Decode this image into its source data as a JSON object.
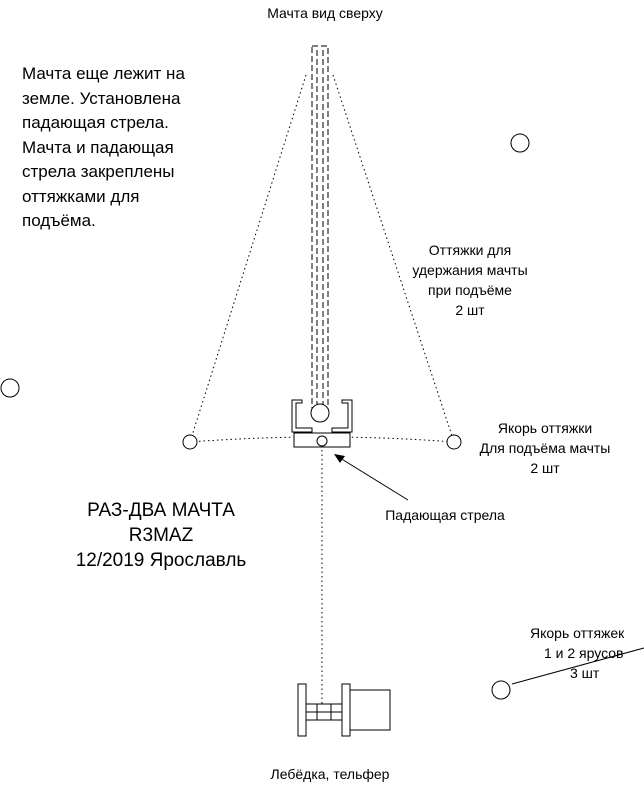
{
  "top_label": "Мачта вид сверху",
  "note_lines": [
    "Мачта еще лежит на",
    "земле. Установлена",
    "падающая стрела.",
    "Мачта и падающая",
    "стрела закреплены",
    "оттяжками для",
    "подъёма."
  ],
  "guys_label": [
    "Оттяжки для",
    "удержания мачты",
    "при подъёме",
    "2 шт"
  ],
  "anchor_lift_label": [
    "Якорь оттяжки",
    "Для подъёма мачты",
    "2 шт"
  ],
  "boom_label": "Падающая стрела",
  "title_lines": [
    "РАЗ-ДВА МАЧТА",
    "R3MAZ",
    "12/2019 Ярославль"
  ],
  "anchor_tiers_label": [
    "Якорь оттяжек",
    "1 и 2 ярусов",
    "3 шт"
  ],
  "winch_label": "Лебёдка, тельфер"
}
